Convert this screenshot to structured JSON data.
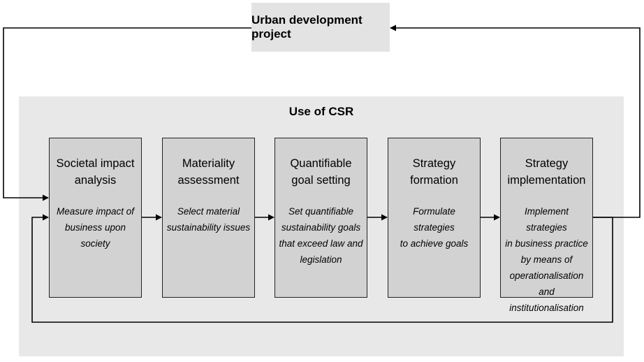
{
  "header": {
    "title": "Urban development project"
  },
  "panel": {
    "title": "Use of CSR"
  },
  "steps": [
    {
      "title_lines": [
        "Societal impact",
        "analysis"
      ],
      "desc_lines": [
        "Measure impact of",
        "business upon society"
      ]
    },
    {
      "title_lines": [
        "Materiality",
        "assessment"
      ],
      "desc_lines": [
        "Select material",
        "sustainability issues"
      ]
    },
    {
      "title_lines": [
        "Quantifiable",
        "goal setting"
      ],
      "desc_lines": [
        "Set quantifiable",
        "sustainability goals",
        "that exceed law and",
        "legislation"
      ]
    },
    {
      "title_lines": [
        "Strategy",
        "formation"
      ],
      "desc_lines": [
        "Formulate strategies",
        "to achieve goals"
      ]
    },
    {
      "title_lines": [
        "Strategy",
        "implementation"
      ],
      "desc_lines": [
        "Implement strategies",
        "in business practice",
        "by means of",
        "operationalisation and",
        "institutionalisation"
      ]
    }
  ],
  "colors": {
    "top_box": "#e3e3e3",
    "panel": "#e8e8e8",
    "step_box": "#d2d2d2",
    "line": "#000000"
  }
}
